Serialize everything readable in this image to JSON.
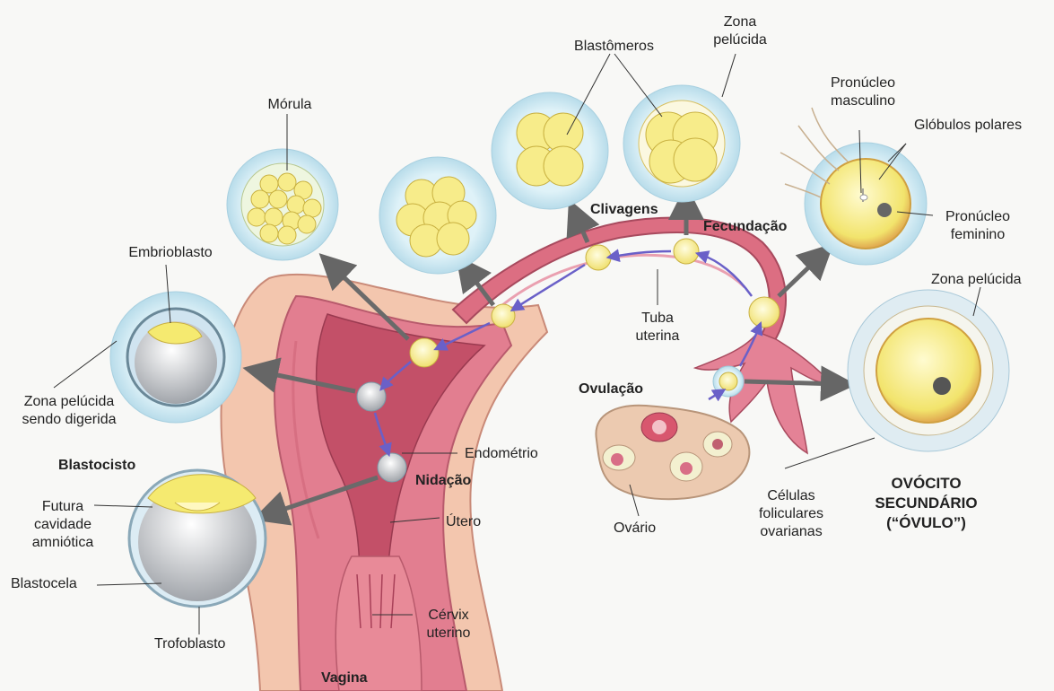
{
  "labels": {
    "morula": "Mórula",
    "blastomeros": "Blastômeros",
    "zona_pelucida_top": "Zona\npelúcida",
    "pronucleo_masculino": "Pronúcleo\nmasculino",
    "globulos_polares": "Glóbulos polares",
    "pronucleo_feminino": "Pronúcleo\nfeminino",
    "clivagens": "Clivagens",
    "fecundacao": "Fecundação",
    "embrioblasto": "Embrioblasto",
    "zona_pelucida_right": "Zona pelúcida",
    "tuba_uterina": "Tuba\nuterina",
    "ovulacao": "Ovulação",
    "zona_pelucida_digerida": "Zona pelúcida\nsendo digerida",
    "endometrio": "Endométrio",
    "blastocisto": "Blastocisto",
    "nidacao": "Nidação",
    "futura_cavidade": "Futura\ncavidade\namniótica",
    "utero": "Útero",
    "ovario": "Ovário",
    "celulas_foliculares": "Células\nfoliculares\novarianas",
    "ovocito": "OVÓCITO\nSECUNDÁRIO\n(“ÓVULO”)",
    "blastocela": "Blastocela",
    "cervix": "Cérvix\nuterino",
    "trofoblasto": "Trofoblasto",
    "vagina": "Vagina"
  },
  "colors": {
    "uterus_outer": "#f2c0a8",
    "uterus_wall": "#e0788a",
    "cavity": "#c4546a",
    "tube": "#d8687c",
    "yolk": "#f7ee8c",
    "halo": "#d6eef6",
    "arrow_grey": "#6a6a6a",
    "arrow_blue": "#6a60c8"
  }
}
